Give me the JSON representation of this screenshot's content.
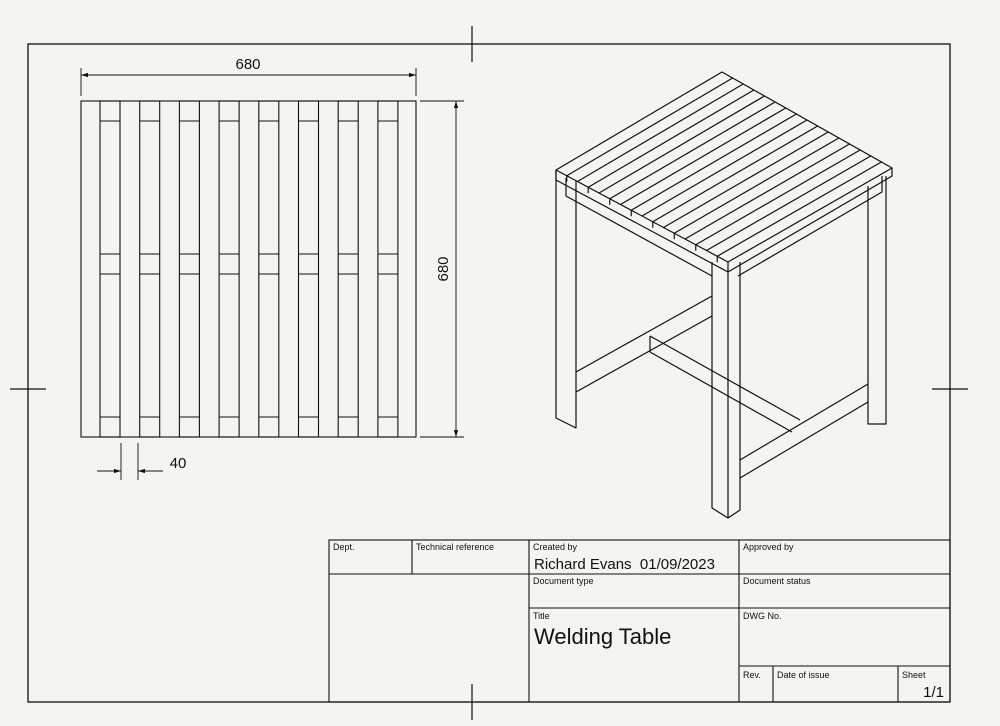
{
  "dimensions": {
    "top_width": "680",
    "side_height": "680",
    "slat_width": "40"
  },
  "title_block": {
    "dept_label": "Dept.",
    "tech_ref_label": "Technical reference",
    "created_by_label": "Created by",
    "created_by_value": "Richard Evans  01/09/2023",
    "approved_by_label": "Approved by",
    "doc_type_label": "Document type",
    "doc_status_label": "Document status",
    "title_label": "Title",
    "title_value": "Welding Table",
    "dwg_label": "DWG No.",
    "rev_label": "Rev.",
    "date_issue_label": "Date of issue",
    "sheet_label": "Sheet",
    "sheet_value": "1/1"
  }
}
